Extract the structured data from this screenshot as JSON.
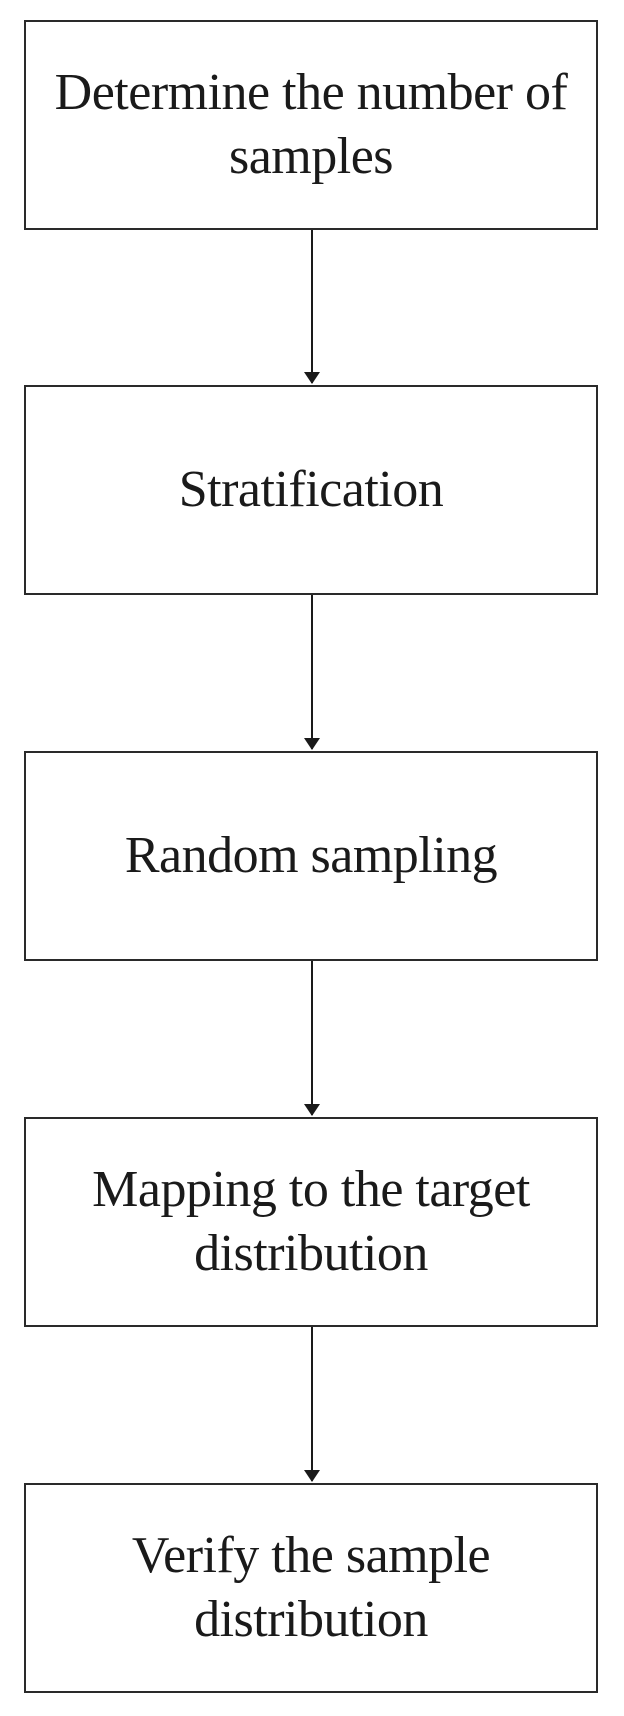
{
  "flowchart": {
    "steps": [
      {
        "label": "Determine the number of samples"
      },
      {
        "label": "Stratification"
      },
      {
        "label": "Random sampling"
      },
      {
        "label": "Mapping to the target distribution"
      },
      {
        "label": "Verify the sample distribution"
      }
    ]
  }
}
